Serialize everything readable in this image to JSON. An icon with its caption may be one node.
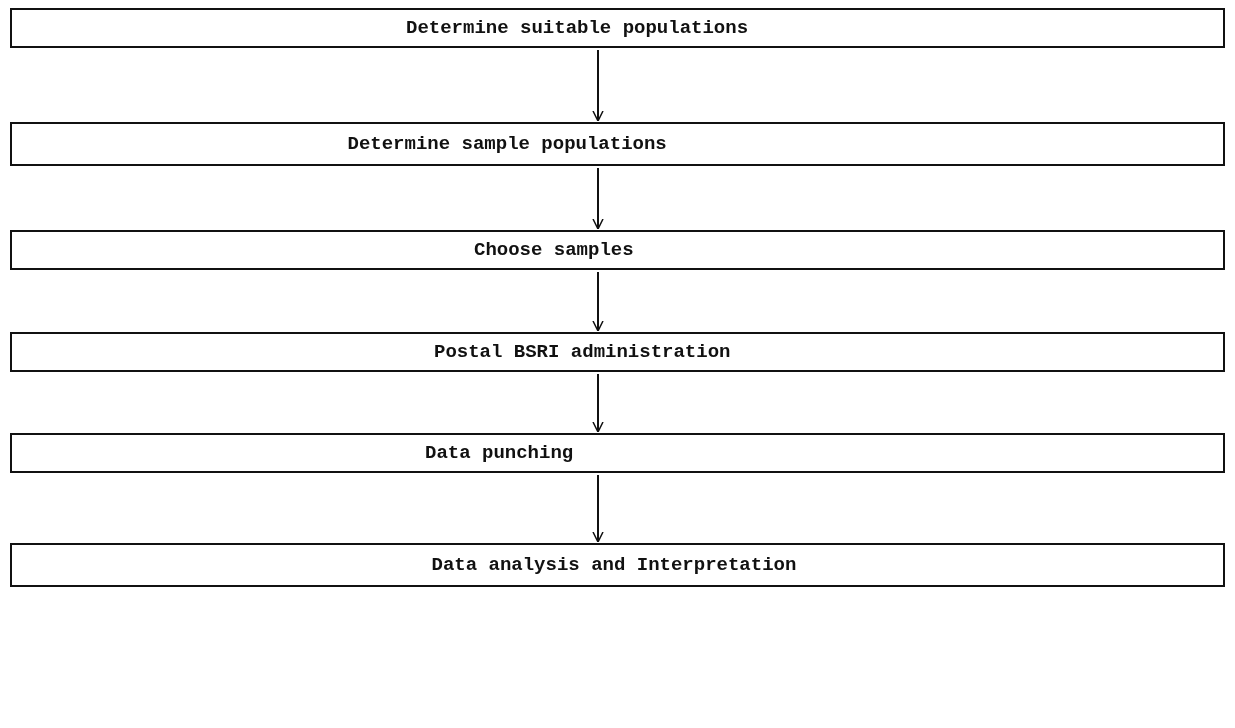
{
  "diagram": {
    "nodes": [
      {
        "text": [
          "Determine suitable populations"
        ]
      },
      {
        "text": [
          "Determine sample populations"
        ]
      },
      {
        "text": [
          "Choose samples"
        ]
      },
      {
        "text": [
          "Postal BSRI administration"
        ]
      },
      {
        "text": [
          "Data punching"
        ]
      },
      {
        "text": [
          "Data analysis and Interpretation"
        ]
      }
    ],
    "edges": [
      {
        "from": 0,
        "to": 1,
        "arrow": "to"
      },
      {
        "from": 1,
        "to": 2,
        "arrow": "to"
      },
      {
        "from": 2,
        "to": 3,
        "arrow": "to"
      },
      {
        "from": 3,
        "to": 4,
        "arrow": "to"
      },
      {
        "from": 4,
        "to": 5,
        "arrow": "to"
      }
    ]
  }
}
